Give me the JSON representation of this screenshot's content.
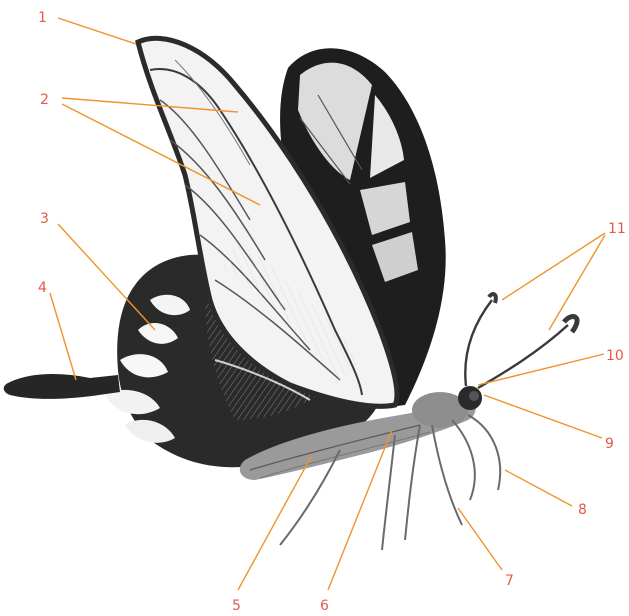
{
  "callouts": [
    {
      "id": "1",
      "label": "1"
    },
    {
      "id": "2",
      "label": "2"
    },
    {
      "id": "3",
      "label": "3"
    },
    {
      "id": "4",
      "label": "4"
    },
    {
      "id": "5",
      "label": "5"
    },
    {
      "id": "6",
      "label": "6"
    },
    {
      "id": "7",
      "label": "7"
    },
    {
      "id": "8",
      "label": "8"
    },
    {
      "id": "9",
      "label": "9"
    },
    {
      "id": "10",
      "label": "10"
    },
    {
      "id": "11",
      "label": "11"
    }
  ],
  "colors": {
    "label": "#e5594a",
    "leader": "#f0932b",
    "pencil_dark": "#1c1c1c",
    "pencil_mid": "#6a6a6a",
    "pencil_light": "#bdbdbd"
  }
}
